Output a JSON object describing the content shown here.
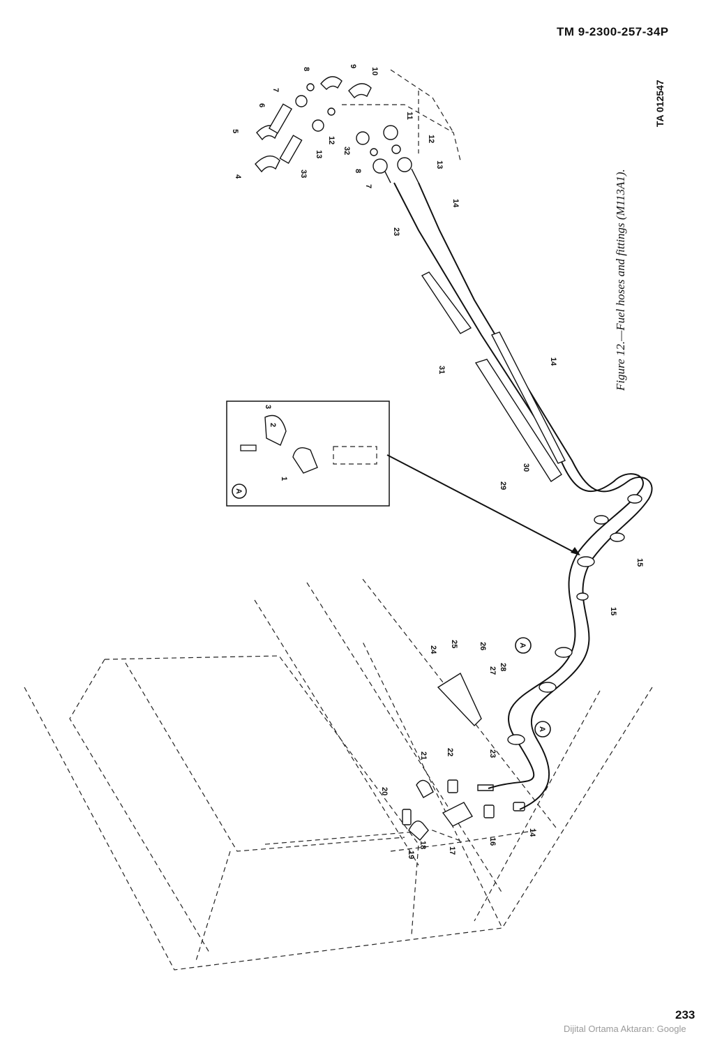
{
  "header": {
    "doc_number": "TM 9-2300-257-34P",
    "ta_number": "TA 012547"
  },
  "figure": {
    "caption": "Figure 12.—Fuel hoses and fittings (M113A1).",
    "inset_label": "A",
    "callouts": [
      "1",
      "2",
      "3",
      "4",
      "5",
      "6",
      "7",
      "8",
      "9",
      "10",
      "11",
      "12",
      "13",
      "14",
      "15",
      "16",
      "17",
      "18",
      "19",
      "20",
      "21",
      "22",
      "23",
      "24",
      "25",
      "26",
      "27",
      "28",
      "29",
      "30",
      "31",
      "32",
      "33",
      "A"
    ]
  },
  "footer": {
    "page_number": "233",
    "credit": "Dijital Ortama Aktaran: Google"
  }
}
